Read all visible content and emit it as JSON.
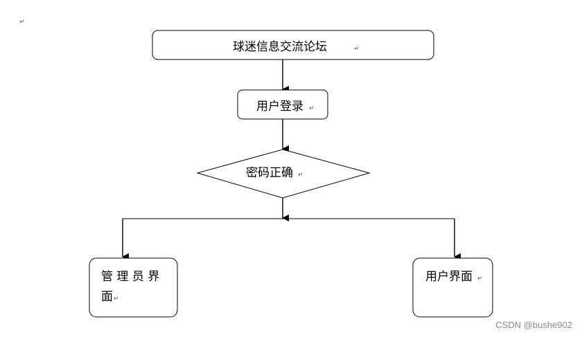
{
  "paragraph_mark": "↵",
  "nodes": {
    "title": "球迷信息交流论坛",
    "login": "用户登录",
    "decision": "密码正确",
    "admin_line1": "管 理 员 界",
    "admin_line2": "面",
    "user": "用户界面"
  },
  "watermark": "CSDN @bushe902"
}
